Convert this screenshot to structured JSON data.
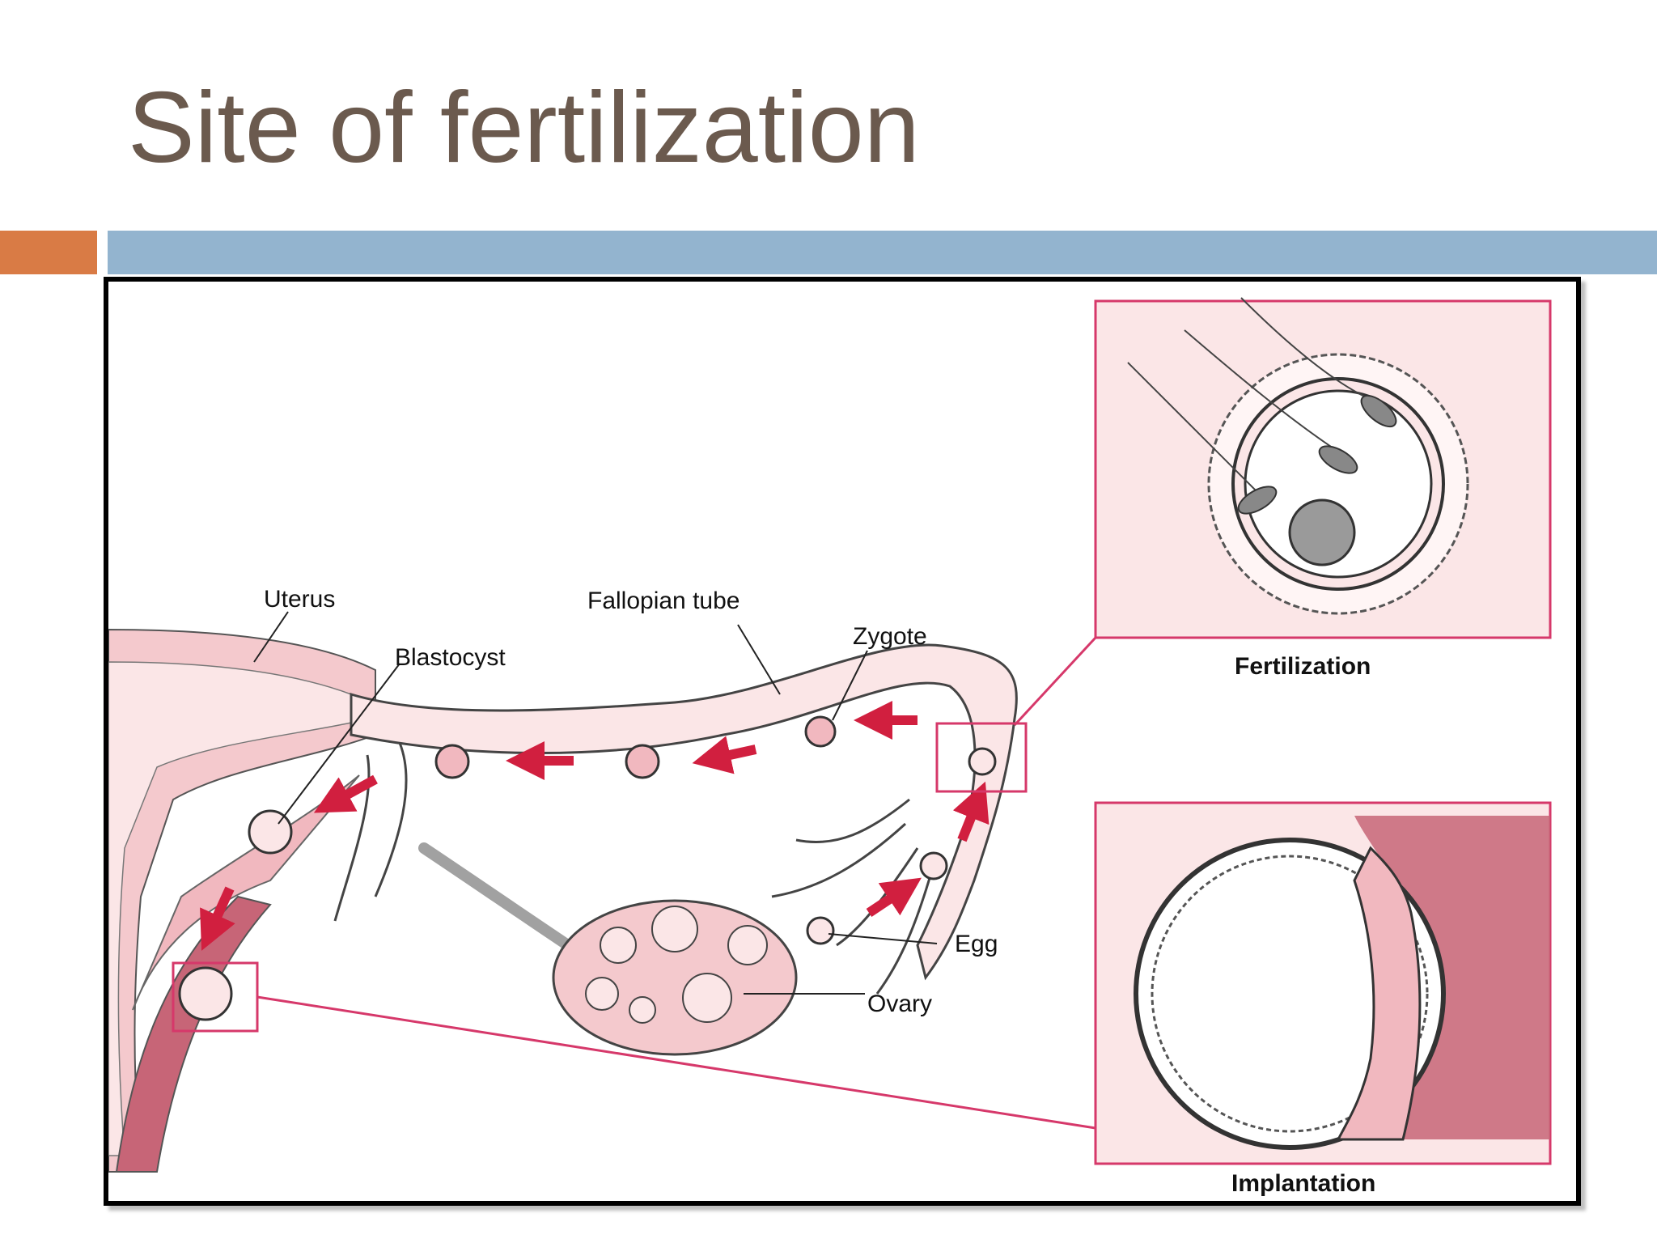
{
  "slide": {
    "title": "Site of fertilization"
  },
  "diagram": {
    "labels": {
      "uterus": "Uterus",
      "fallopian_tube": "Fallopian tube",
      "zygote": "Zygote",
      "blastocyst": "Blastocyst",
      "egg": "Egg",
      "ovary": "Ovary"
    },
    "insets": {
      "fertilization": "Fertilization",
      "implantation": "Implantation"
    }
  },
  "colors": {
    "title_text": "#6b5a4e",
    "accent_orange": "#d97b45",
    "accent_blue": "#93b4cf",
    "tissue_pink": "#f4c9cd",
    "tissue_light": "#fbe6e7",
    "tissue_dark": "#c76577",
    "arrow_red": "#d11f3f",
    "highlight_box": "#d6386a"
  }
}
